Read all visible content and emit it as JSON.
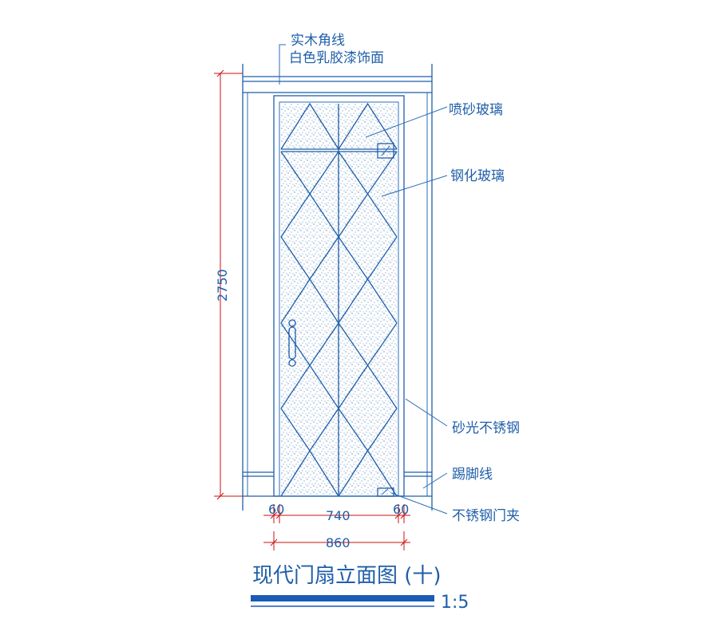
{
  "labels": {
    "solid_wood_molding": "实木角线",
    "white_latex_paint": "白色乳胶漆饰面",
    "sandblasted_glass": "喷砂玻璃",
    "tempered_glass": "钢化玻璃",
    "brushed_stainless": "砂光不锈钢",
    "skirting": "踢脚线",
    "stainless_clip": "不锈钢门夹"
  },
  "dimensions": {
    "height": "2750",
    "frame_left": "60",
    "door_width": "740",
    "frame_right": "60",
    "total_width": "860"
  },
  "title": {
    "text": "现代门扇立面图 (十)",
    "scale": "1:5"
  },
  "colors": {
    "line": "#1f5fa8",
    "dimension": "#cc1111",
    "title_bar": "#1a5bb5"
  }
}
